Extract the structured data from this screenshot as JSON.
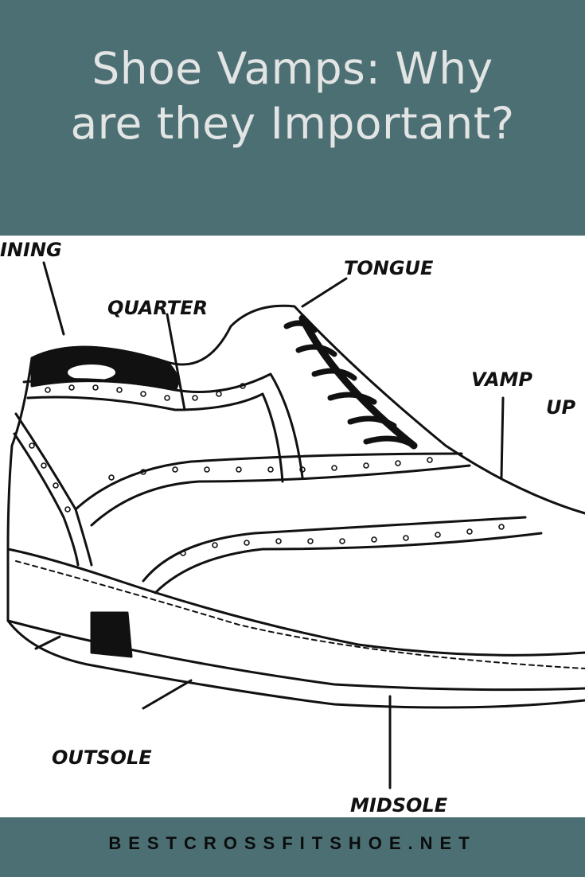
{
  "header": {
    "title_line1": "Shoe Vamps: Why",
    "title_line2": "are they Important?"
  },
  "illustration": {
    "labels": {
      "lining": "INING",
      "quarter": "QUARTER",
      "tongue": "TONGUE",
      "vamp": "VAMP",
      "upper": "UP",
      "outsole": "OUTSOLE",
      "midsole": "MIDSOLE"
    }
  },
  "footer": {
    "site": "BESTCROSSFITSHOE.NET"
  },
  "colors": {
    "band": "#4b6f73",
    "title_text": "#e3e4e4",
    "footer_text": "#0b0d0d"
  }
}
